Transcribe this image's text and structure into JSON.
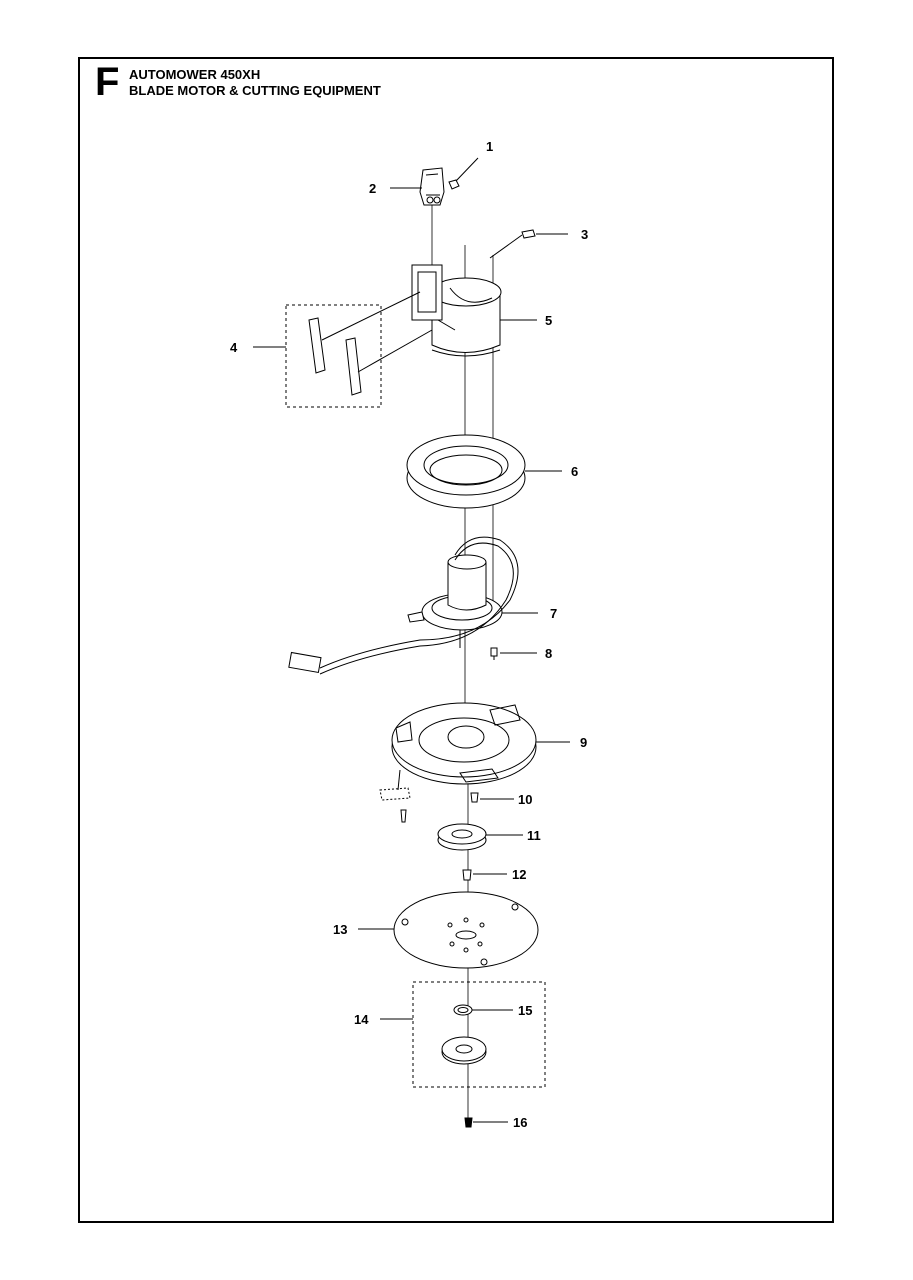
{
  "header": {
    "section_letter": "F",
    "model": "AUTOMOWER 450XH",
    "subtitle": "BLADE MOTOR & CUTTING EQUIPMENT"
  },
  "callouts": [
    "1",
    "2",
    "3",
    "4",
    "5",
    "6",
    "7",
    "8",
    "9",
    "10",
    "11",
    "12",
    "13",
    "14",
    "15",
    "16"
  ]
}
